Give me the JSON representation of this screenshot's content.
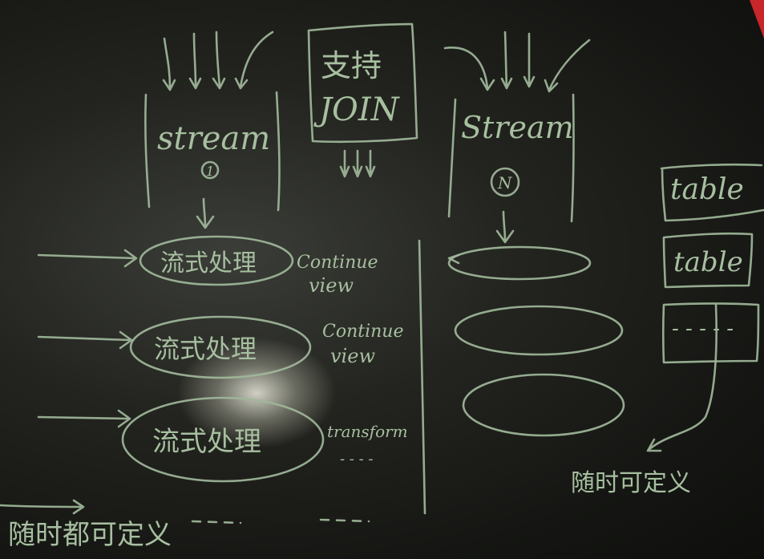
{
  "board": {
    "left_stream": {
      "title": "stream",
      "mark": "①"
    },
    "join_box": {
      "line1": "支持",
      "line2": "JOIN"
    },
    "right_stream": {
      "title": "Stream",
      "mark": "N"
    },
    "left_ellipses": [
      {
        "label": "流式处理",
        "note_line1": "Continue",
        "note_line2": "view"
      },
      {
        "label": "流式处理",
        "note_line1": "Continue",
        "note_line2": "view"
      },
      {
        "label": "流式处理",
        "note_line1": "transform",
        "note_line2": "- - - -"
      }
    ],
    "tables": [
      {
        "label": "table"
      },
      {
        "label": "table"
      },
      {
        "label": "- - - - -"
      }
    ],
    "bottom_left_note": "随时都可定义",
    "bottom_right_note": "随时可定义"
  },
  "colors": {
    "chalk": "#9fb79a",
    "frame": "#c7262a",
    "board": "#1a1b17"
  }
}
